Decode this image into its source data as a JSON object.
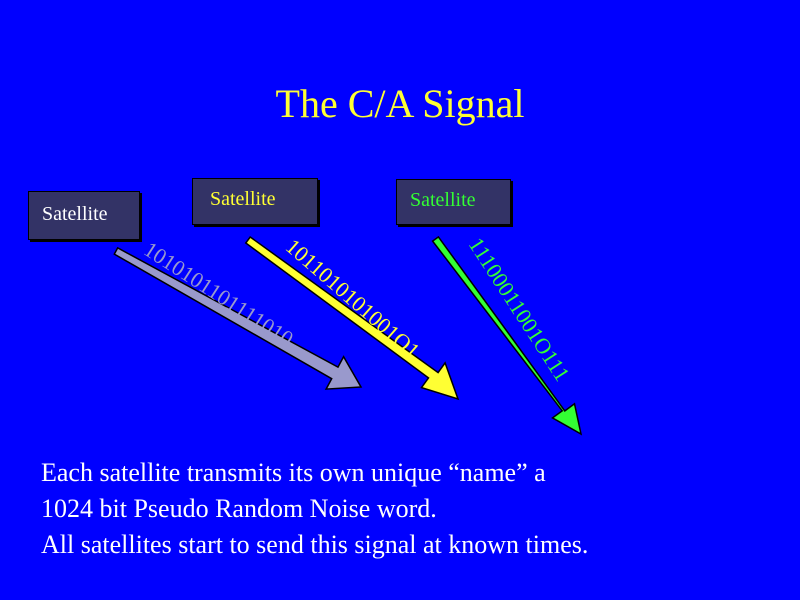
{
  "slide": {
    "title": "The C/A Signal",
    "background_color": "#0000ff"
  },
  "satellites": [
    {
      "label": "Satellite",
      "text_color": "#ffffff",
      "arrow_color": "#9999cc",
      "code": "1010101101111010"
    },
    {
      "label": "Satellite",
      "text_color": "#ffff33",
      "arrow_color": "#ffff33",
      "code": "1011010101001O1"
    },
    {
      "label": "Satellite",
      "text_color": "#33ff33",
      "arrow_color": "#33ff33",
      "code": "11100011001O111"
    }
  ],
  "body": {
    "line1": "Each satellite transmits its own unique “name” a",
    "line2": "1024 bit  Pseudo Random Noise word.",
    "line3": "All satellites start to send this signal at known times."
  }
}
